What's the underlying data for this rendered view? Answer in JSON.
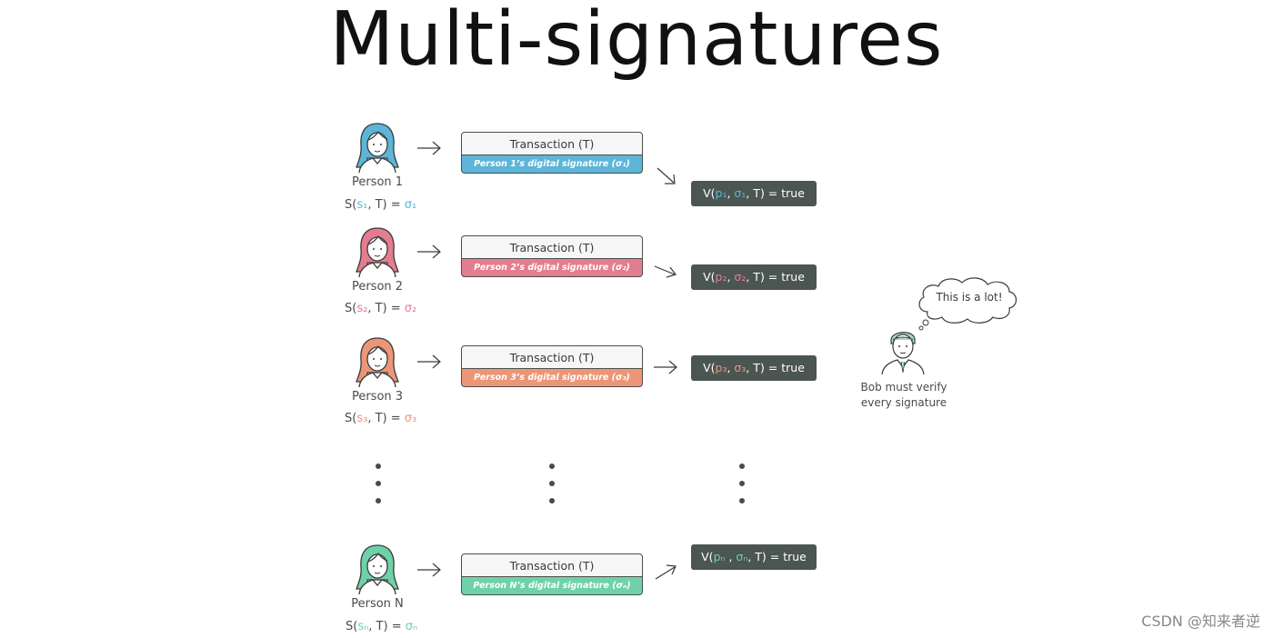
{
  "title": "Multi-signatures",
  "colors": {
    "p1": "#5db5d8",
    "p2": "#e47d8f",
    "p3": "#eb9676",
    "pn": "#6fd1a8",
    "verify_bg": "#4b5552"
  },
  "persons": [
    {
      "label": "Person 1",
      "sig_left": "S(",
      "s_sub": "s₁",
      "sig_mid": ", T) = ",
      "sigma": "σ₁",
      "tx_label": "Transaction (T)",
      "tx_sig": "Person 1’s digital signature (σ₁)",
      "v_left": "V(",
      "v_p": "p₁",
      "v_sep": ", ",
      "v_sigma": "σ₁",
      "v_right": ", T) = true"
    },
    {
      "label": "Person 2",
      "sig_left": "S(",
      "s_sub": "s₂",
      "sig_mid": ", T) = ",
      "sigma": "σ₂",
      "tx_label": "Transaction (T)",
      "tx_sig": "Person 2’s digital signature (σ₂)",
      "v_left": "V(",
      "v_p": "p₂",
      "v_sep": ", ",
      "v_sigma": "σ₂",
      "v_right": ", T) = true"
    },
    {
      "label": "Person 3",
      "sig_left": "S(",
      "s_sub": "s₃",
      "sig_mid": ", T) = ",
      "sigma": "σ₃",
      "tx_label": "Transaction (T)",
      "tx_sig": "Person 3’s digital signature (σ₃)",
      "v_left": "V(",
      "v_p": "p₃",
      "v_sep": ", ",
      "v_sigma": "σ₃",
      "v_right": ", T) = true"
    },
    {
      "label": "Person N",
      "sig_left": "S(",
      "s_sub": "sₙ",
      "sig_mid": ", T) = ",
      "sigma": "σₙ",
      "tx_label": "Transaction (T)",
      "tx_sig": "Person N’s digital signature (σₙ)",
      "v_left": "V(",
      "v_p": "pₙ",
      "v_sep": " , ",
      "v_sigma": "σₙ",
      "v_right": ", T) = true"
    }
  ],
  "bob": {
    "thought": "This is a lot!",
    "label_line1": "Bob must verify",
    "label_line2": "every signature"
  },
  "watermark": "CSDN @知来者逆"
}
